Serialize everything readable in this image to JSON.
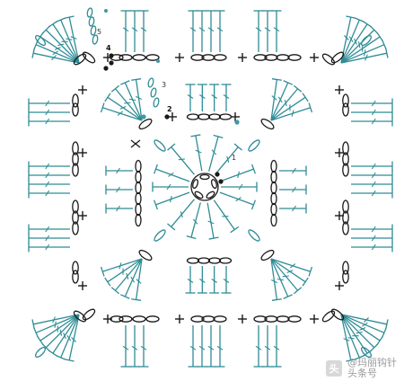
{
  "diagram": {
    "round_labels": [
      "1",
      "2",
      "3",
      "4",
      "5"
    ],
    "colors": {
      "teal": "#2f8c95",
      "black": "#1a1a1a",
      "dot_teal": "#3c9aa3",
      "bg": "#ffffff"
    },
    "symbols": [
      "double-crochet",
      "chain-oval",
      "single-crochet-cross",
      "slip-stitch-dot",
      "magic-ring"
    ]
  },
  "watermark": {
    "logo_glyph": "头",
    "line1": "@玛丽钩针",
    "line2": "头条号"
  }
}
